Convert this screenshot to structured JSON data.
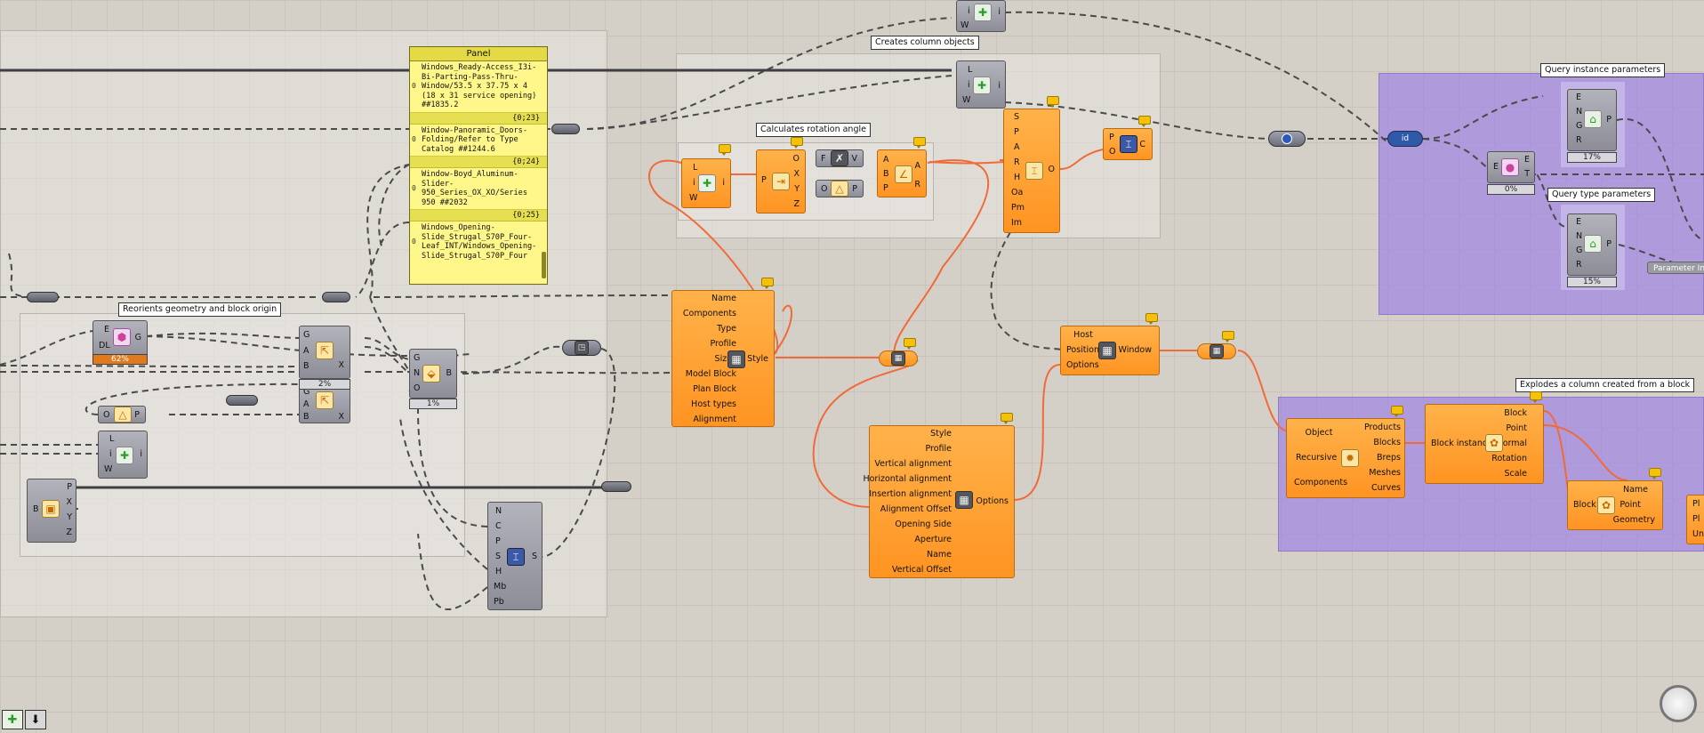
{
  "canvas": {
    "bg_color": "#d4d0c8",
    "accent_orange": "#ff9a2a",
    "group_purple": "#a58ce1",
    "panel_yellow": "#fff78a",
    "wire_selected_color": "#f06a3a"
  },
  "callouts": {
    "creates_column_objects": "Creates column objects",
    "calculates_rotation_angle": "Calculates rotation angle",
    "reorients_geometry": "Reorients geometry and block origin",
    "query_instance_parameters": "Query instance parameters",
    "query_type_parameters": "Query type parameters",
    "explodes_column": "Explodes a column created from a block",
    "parameter_index": "Parameter Inde"
  },
  "panel": {
    "title": "Panel",
    "items": [
      {
        "index": "0",
        "text": "Windows_Ready-Access_I3i-Bi-Parting-Pass-Thru-Window/53.5 x 37.75 x 4 (18 x 31 service opening) ##1835.2"
      },
      {
        "path": "{0;23}",
        "index": "0",
        "text": "Window-Panoramic_Doors-Folding/Refer to Type Catalog ##1244.6"
      },
      {
        "path": "{0;24}",
        "index": "0",
        "text": "Window-Boyd_Aluminum-Slider-950_Series_OX_XO/Series 950 ##2032"
      },
      {
        "path": "{0;25}",
        "index": "0",
        "text": "Windows_Opening-Slide_Strugal_S70P_Four-Leaf_INT/Windows_Opening-Slide_Strugal_S70P_Four"
      }
    ]
  },
  "components": {
    "top_line": {
      "ports_in": [
        "i",
        "W"
      ],
      "port_out": "i"
    },
    "line_main": {
      "ports_in": [
        "L",
        "i",
        "W"
      ],
      "port_out": "i"
    },
    "line_rot": {
      "ports_in": [
        "L",
        "i",
        "W"
      ],
      "port_out": "i"
    },
    "deconstruct_plane": {
      "port_in": "P",
      "ports_out": [
        "O",
        "X",
        "Y",
        "Z"
      ]
    },
    "dot_product": {
      "ports_in": [
        "F",
        "V"
      ]
    },
    "xy_plane": {
      "ports_in": [
        "O",
        "P"
      ]
    },
    "angle": {
      "ports_in": [
        "A",
        "B",
        "P"
      ],
      "ports_out": [
        "A",
        "R"
      ]
    },
    "column_by_line": {
      "ports_in": [
        "S",
        "P",
        "A",
        "R",
        "H",
        "Oa",
        "Pm",
        "Im"
      ],
      "port_out": "O"
    },
    "column_out": {
      "ports_in": [
        "P",
        "O"
      ],
      "port_out": "C"
    },
    "window_style": {
      "ports_in": [
        "Name",
        "Components",
        "Type",
        "Profile",
        "Sizes",
        "Model Block",
        "Plan Block",
        "Host types",
        "Alignment"
      ],
      "port_out": "Style"
    },
    "window_options": {
      "ports_in": [
        "Style",
        "Profile",
        "Vertical alignment",
        "Horizontal alignment",
        "Insertion alignment",
        "Alignment Offset",
        "Opening Side",
        "Aperture",
        "Name",
        "Vertical Offset"
      ],
      "port_out": "Options"
    },
    "add_window": {
      "ports_in": [
        "Host",
        "Position",
        "Options"
      ],
      "port_out": "Window"
    },
    "explode_object": {
      "ports_in": [
        "Object",
        "Recursive",
        "Components"
      ],
      "ports_out": [
        "Products",
        "Blocks",
        "Breps",
        "Meshes",
        "Curves"
      ]
    },
    "block_instance": {
      "port_in": "Block instance",
      "ports_out": [
        "Block",
        "Point",
        "Normal",
        "Rotation",
        "Scale"
      ]
    },
    "block_def": {
      "port_in": "Block",
      "ports_out": [
        "Name",
        "Point",
        "Geometry"
      ]
    },
    "query_instance": {
      "ports_in": [
        "E",
        "N",
        "G",
        "R"
      ],
      "port_out": "P",
      "percent": "17%"
    },
    "query_type": {
      "ports_in": [
        "E",
        "N",
        "G",
        "R"
      ],
      "port_out": "P",
      "percent": "15%"
    },
    "element_type": {
      "ports_in": [
        "E"
      ],
      "ports_out": [
        "E",
        "T"
      ],
      "percent": "0%"
    },
    "mesh_comp": {
      "ports_in": [
        "E",
        "DL"
      ],
      "port_out": "G",
      "percent": "62%"
    },
    "orient_a": {
      "ports_in": [
        "G",
        "A",
        "B"
      ],
      "port_out": "X",
      "percent": "2%"
    },
    "orient_b": {
      "ports_in": [
        "G",
        "A",
        "B"
      ],
      "port_out": "X"
    },
    "plane_o": {
      "port_in": "O",
      "port_out": "P"
    },
    "line_left": {
      "ports_in": [
        "L",
        "i",
        "W"
      ],
      "port_out": "i"
    },
    "deconstruct_pt": {
      "port_in": "B",
      "ports_out": [
        "P",
        "X",
        "Y",
        "Z"
      ]
    },
    "block_make": {
      "ports_in": [
        "G",
        "N",
        "O"
      ],
      "port_out": "B",
      "percent": "1%"
    },
    "window_props": {
      "ports_in": [
        "N",
        "C",
        "P",
        "S",
        "H",
        "Mb",
        "Pb"
      ],
      "port_out": "S"
    },
    "block_right": {
      "ports_out": [
        "Pl",
        "Pl",
        "Un"
      ]
    }
  },
  "relays": {
    "id_tag": "id"
  }
}
